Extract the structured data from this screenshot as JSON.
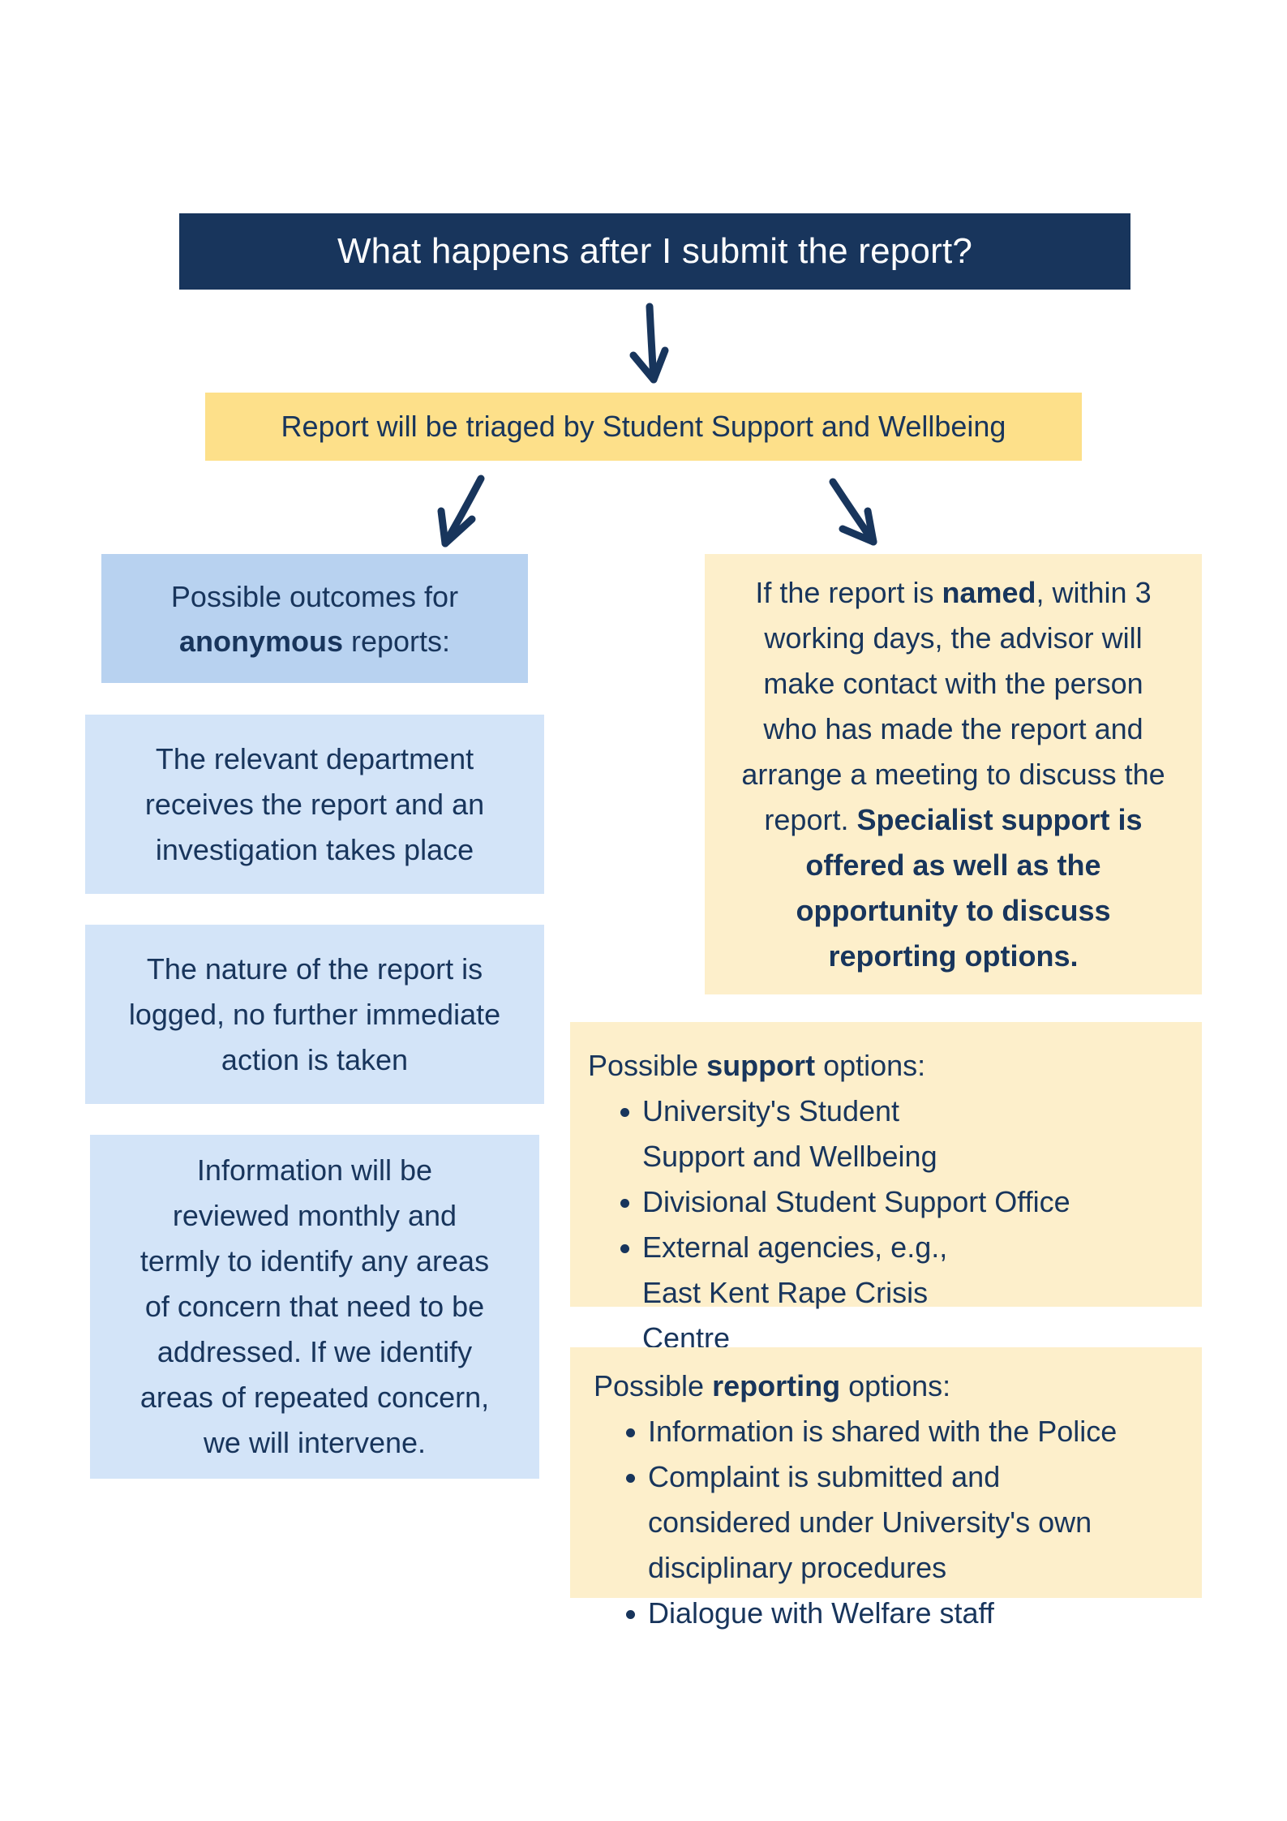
{
  "title": "What happens after I submit the report?",
  "triage": "Report will be triaged by Student Support and Wellbeing",
  "colors": {
    "navy": "#18355c",
    "triage_yellow": "#fde08a",
    "anon_blue": "#b8d2f0",
    "light_blue": "#d3e4f8",
    "cream": "#fdefcb"
  },
  "anonymous": {
    "pre": "Possible outcomes for",
    "bold": "anonymous",
    "post": " reports:",
    "outcomes": [
      [
        "The relevant department",
        "receives the report and an",
        "investigation takes place"
      ],
      [
        "The nature of the report is",
        "logged, no further immediate",
        "action is taken"
      ],
      [
        "Information will be",
        "reviewed monthly and",
        "termly to identify any areas",
        "of concern that need to be",
        "addressed. If we identify",
        "areas of repeated concern,",
        "we will intervene."
      ]
    ]
  },
  "named": {
    "l1_pre": "If the report is ",
    "l1_bold": "named",
    "l1_post": ", within 3",
    "l2": "working days, the advisor will",
    "l3": "make contact with the person",
    "l4": "who has made the report and",
    "l5": "arrange a meeting to discuss the",
    "l6_pre": "report. ",
    "l6_bold": "Specialist support is",
    "l7": "offered as well as the",
    "l8": "opportunity to discuss",
    "l9": "reporting options."
  },
  "support": {
    "pre": "Possible ",
    "bold": "support",
    "post": " options:",
    "items": [
      "University's Student Support and Wellbeing",
      "Divisional Student Support Office",
      "External agencies, e.g., East Kent Rape Crisis Centre"
    ]
  },
  "reporting": {
    "pre": "Possible ",
    "bold": "reporting",
    "post": " options:",
    "items": [
      "Information is shared with the Police",
      "Complaint is submitted and considered under University's own disciplinary procedures",
      "Dialogue with Welfare staff"
    ]
  }
}
